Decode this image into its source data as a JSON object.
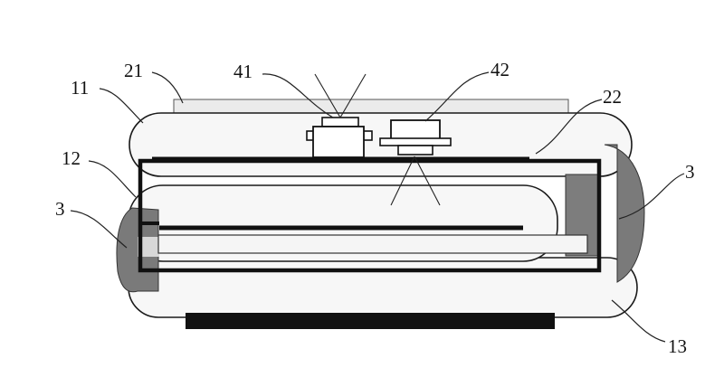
{
  "labels": {
    "l11": "11",
    "l21": "21",
    "l41": "41",
    "l42": "42",
    "l22": "22",
    "l12": "12",
    "l3_right": "3",
    "l3_left": "3",
    "l13": "13"
  },
  "colors": {
    "outline": "#1a1a1a",
    "layer_fill": "#f7f7f7",
    "plate_fill": "#e9e9e9",
    "spacer_dark": "#7a7a7a",
    "block_fill": "#7d7d7d",
    "base_bar": "#111111"
  }
}
